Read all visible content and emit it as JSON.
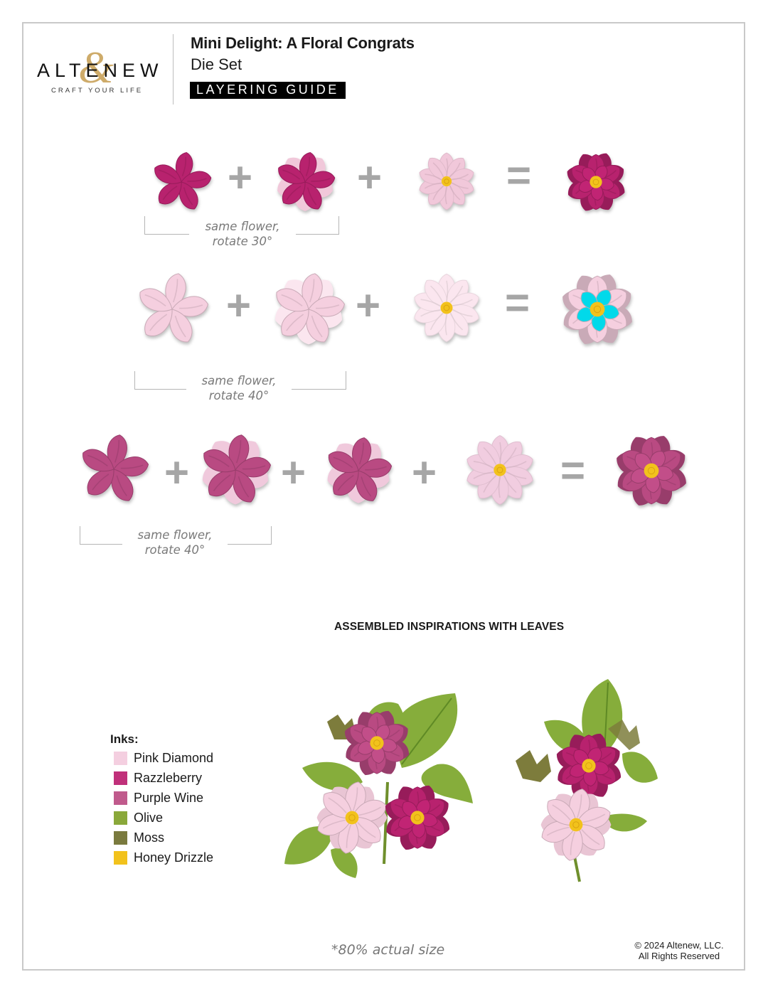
{
  "header": {
    "brand": {
      "wordmark": "ALTENEW",
      "ampersand": "&",
      "tagline": "CRAFT YOUR LIFE",
      "accent_color": "#c9a35a"
    },
    "title": "Mini Delight: A Floral Congrats",
    "subtitle": "Die Set",
    "badge": "LAYERING GUIDE"
  },
  "rows": [
    {
      "note": [
        "same flower,",
        "rotate 30°"
      ],
      "steps": [
        "layer-1",
        "+",
        "layer-2",
        "+",
        "layer-3-with-center",
        "=",
        "result"
      ],
      "colors": [
        "#b8226e",
        "#b8226e",
        "#f1c8da",
        "#b8226e"
      ]
    },
    {
      "note": [
        "same flower,",
        "rotate 40°"
      ],
      "steps": [
        "layer-1",
        "+",
        "layer-2",
        "+",
        "layer-3-with-center",
        "=",
        "result"
      ],
      "colors": [
        "#f5cfdf",
        "#f5cfdf",
        "#fbe6ef",
        "#f5cfdf"
      ]
    },
    {
      "note": [
        "same flower,",
        "rotate 40°"
      ],
      "steps": [
        "layer-1",
        "+",
        "layer-2",
        "+",
        "layer-3",
        "+",
        "layer-4-with-center",
        "=",
        "result"
      ],
      "colors": [
        "#b94a82",
        "#b94a82",
        "#b94a82",
        "#f1cde0",
        "#b94a82"
      ]
    }
  ],
  "operators": {
    "plus": "+",
    "equals": "="
  },
  "section_title": "ASSEMBLED INSPIRATIONS WITH LEAVES",
  "inks": {
    "heading": "Inks:",
    "items": [
      {
        "name": "Pink Diamond",
        "color": "#f4cfe0"
      },
      {
        "name": "Razzleberry",
        "color": "#c0307a"
      },
      {
        "name": "Purple Wine",
        "color": "#c05a8c"
      },
      {
        "name": "Olive",
        "color": "#8aa83a"
      },
      {
        "name": "Moss",
        "color": "#7a7a3e"
      },
      {
        "name": "Honey Drizzle",
        "color": "#f2c21c"
      }
    ]
  },
  "footnote": "*80% actual size",
  "copyright": [
    "© 2024 Altenew, LLC.",
    "All Rights Reserved"
  ],
  "palette": {
    "center": "#f2c21c",
    "leaf": "#86ad3b",
    "leaf_vein": "#5f8a25",
    "moss": "#7d7c3c",
    "operator": "#a6a6a6"
  }
}
